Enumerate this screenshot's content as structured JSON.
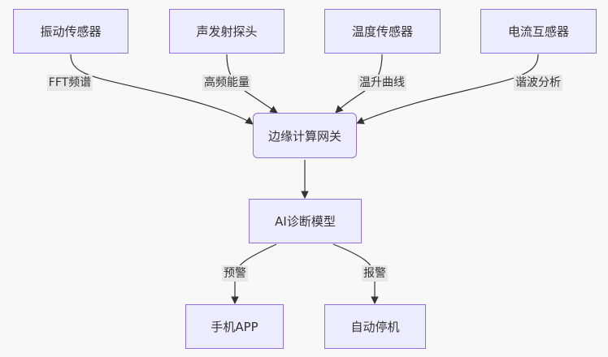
{
  "diagram": {
    "nodes": [
      {
        "id": "vibration",
        "label": "振动传感器"
      },
      {
        "id": "acoustic",
        "label": "声发射探头"
      },
      {
        "id": "temperature",
        "label": "温度传感器"
      },
      {
        "id": "current",
        "label": "电流互感器"
      },
      {
        "id": "gateway",
        "label": "边缘计算网关"
      },
      {
        "id": "ai",
        "label": "AI诊断模型"
      },
      {
        "id": "app",
        "label": "手机APP"
      },
      {
        "id": "stop",
        "label": "自动停机"
      }
    ],
    "edges": [
      {
        "from": "vibration",
        "to": "gateway",
        "label": "FFT频谱"
      },
      {
        "from": "acoustic",
        "to": "gateway",
        "label": "高频能量"
      },
      {
        "from": "temperature",
        "to": "gateway",
        "label": "温升曲线"
      },
      {
        "from": "current",
        "to": "gateway",
        "label": "谐波分析"
      },
      {
        "from": "gateway",
        "to": "ai",
        "label": ""
      },
      {
        "from": "ai",
        "to": "app",
        "label": "预警"
      },
      {
        "from": "ai",
        "to": "stop",
        "label": "报警"
      }
    ],
    "colors": {
      "background": "#f8f8f8",
      "node_fill": "#ececff",
      "node_border": "#9370db",
      "edge": "#333333",
      "label_bg": "#e8e8e8"
    }
  }
}
